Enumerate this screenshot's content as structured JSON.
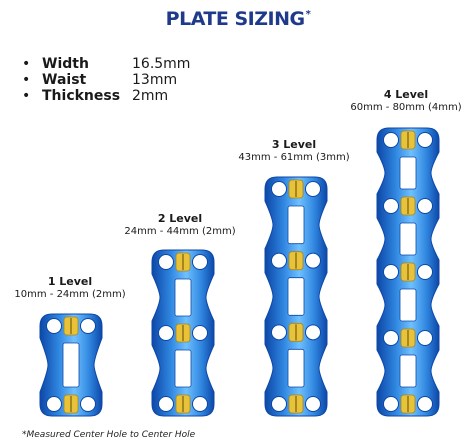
{
  "title": "PLATE SIZING",
  "title_mark": "*",
  "specs": [
    {
      "label": "Width",
      "value": "16.5mm"
    },
    {
      "label": "Waist",
      "value": "13mm"
    },
    {
      "label": "Thickness",
      "value": "2mm"
    }
  ],
  "bullet": "•",
  "levels": [
    {
      "name": "1 Level",
      "range": "10mm - 24mm (2mm)",
      "holes": 2
    },
    {
      "name": "2 Level",
      "range": "24mm - 44mm (2mm)",
      "holes": 3
    },
    {
      "name": "3 Level",
      "range": "43mm - 61mm (3mm)",
      "holes": 4
    },
    {
      "name": "4 Level",
      "range": "60mm - 80mm (4mm)",
      "holes": 5
    }
  ],
  "footnote": "*Measured Center Hole to Center Hole",
  "colors": {
    "plate_dark": "#0d47a8",
    "plate_mid": "#2f86df",
    "plate_light": "#6fc0ff",
    "gold": "#e8c33a",
    "title": "#1f3a8a"
  }
}
